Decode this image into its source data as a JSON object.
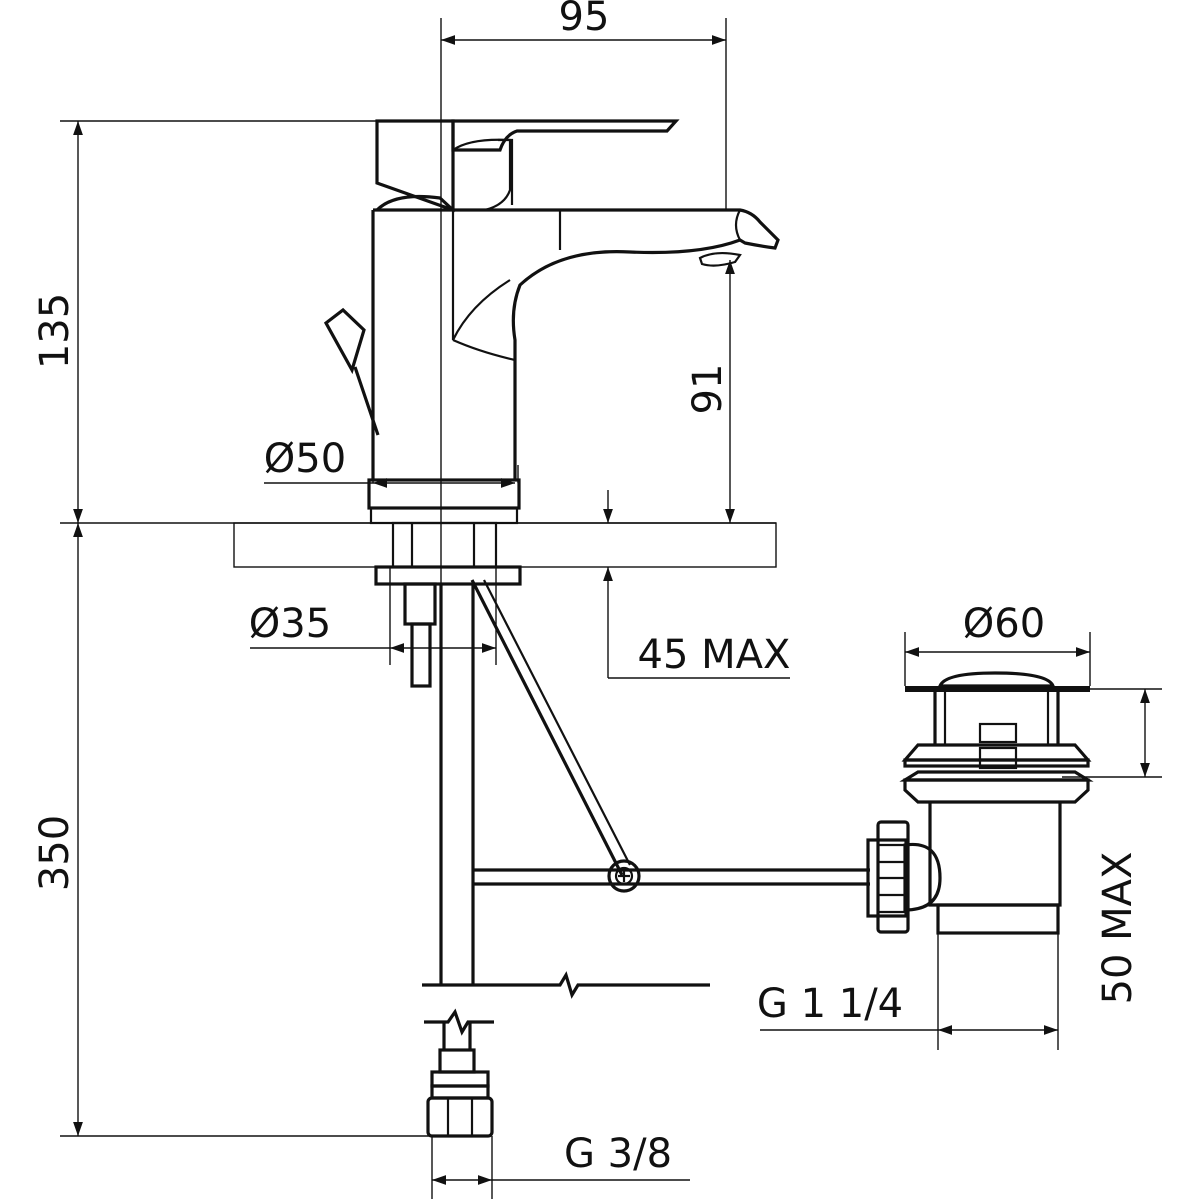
{
  "drawing": {
    "dimensions": {
      "spout_reach": "95",
      "overall_height": "135",
      "spout_height": "91",
      "base_diameter": "Ø50",
      "shank_diameter": "Ø35",
      "deck_thickness": "45 MAX",
      "drain_diameter": "Ø60",
      "hose_length": "350",
      "drain_thickness": "50 MAX",
      "drain_thread": "G 1 1/4",
      "supply_thread": "G 3/8"
    }
  }
}
